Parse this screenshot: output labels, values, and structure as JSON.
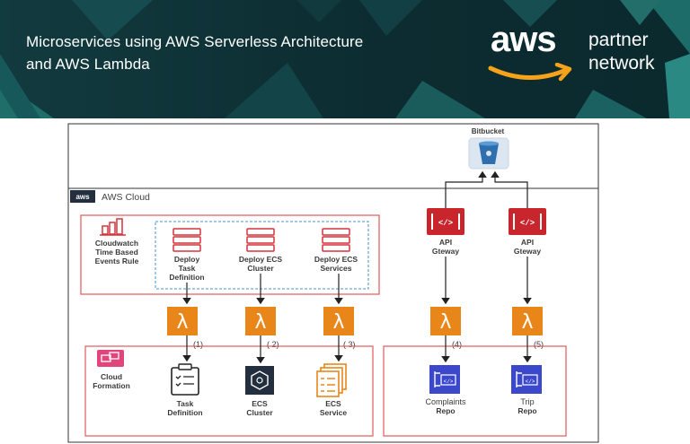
{
  "banner": {
    "title_line1": "Microservices using AWS Serverless Architecture",
    "title_line2": "and AWS Lambda",
    "logo": {
      "aws": "aws",
      "partner": "partner",
      "network": "network"
    },
    "colors": {
      "accent_orange": "#f7a21b",
      "teal": "#1d6b6b"
    }
  },
  "diagram": {
    "cloud_label": "AWS Cloud",
    "aws_badge": "aws",
    "bitbucket": {
      "label": "Bitbucket",
      "icon": "bitbucket-bucket-icon"
    },
    "cloudwatch": {
      "line1": "Cloudwatch",
      "line2": "Time Based",
      "line3": "Events Rule",
      "icon": "cloudwatch-events-icon"
    },
    "deploy_steps": [
      {
        "line1": "Deploy",
        "line2": "Task",
        "line3": "Definition",
        "icon": "server-stack-icon"
      },
      {
        "line1": "Deploy ECS",
        "line2": "Cluster",
        "line3": "",
        "icon": "server-stack-icon"
      },
      {
        "line1": "Deploy ECS",
        "line2": "Services",
        "line3": "",
        "icon": "server-stack-icon"
      }
    ],
    "api_gateways": [
      {
        "line1": "API",
        "line2": "Gteway",
        "icon": "api-gateway-icon"
      },
      {
        "line1": "API",
        "line2": "Gteway",
        "icon": "api-gateway-icon"
      }
    ],
    "lambda_steps": [
      "(1)",
      "( 2)",
      "( 3)",
      "(4)",
      "(5)"
    ],
    "cloudformation": {
      "line1": "Cloud",
      "line2": "Formation",
      "icon": "cloudformation-icon"
    },
    "outputs": [
      {
        "line1": "Task",
        "line2": "Definition",
        "icon": "task-definition-icon"
      },
      {
        "line1": "ECS",
        "line2": "Cluster",
        "icon": "ecs-cluster-icon"
      },
      {
        "line1": "ECS",
        "line2": "Service",
        "icon": "ecs-service-icon"
      }
    ],
    "repos": [
      {
        "line1": "Complaints",
        "line2": "Repo",
        "icon": "code-repo-icon"
      },
      {
        "line1": "Trip",
        "line2": "Repo",
        "icon": "code-repo-icon"
      }
    ],
    "colors": {
      "lambda_orange": "#e8861a",
      "api_red": "#c9252c",
      "repo_blue": "#3b48cc",
      "group_red": "#e05a5a",
      "dashed_blue": "#4a90c8",
      "ecs_dark": "#232f3e"
    }
  }
}
